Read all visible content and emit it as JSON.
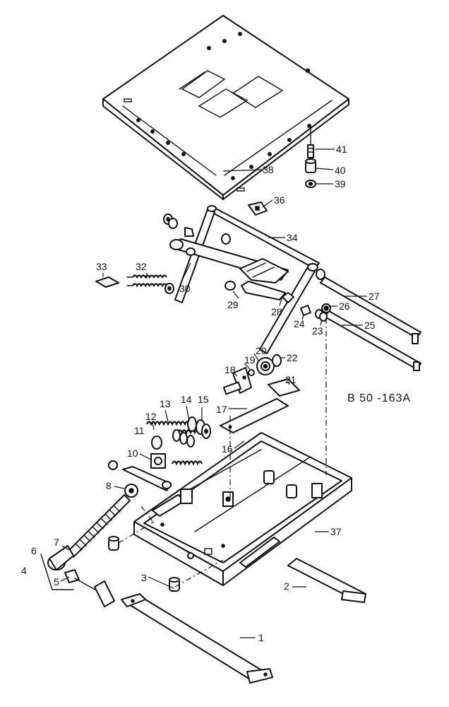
{
  "drawing_reference": "B 50 -163A",
  "callouts": [
    "1",
    "2",
    "3",
    "4",
    "5",
    "6",
    "7",
    "8",
    "10",
    "11",
    "12",
    "13",
    "14",
    "15",
    "16",
    "17",
    "18",
    "19",
    "20",
    "21",
    "22",
    "23",
    "24",
    "25",
    "26",
    "27",
    "28",
    "29",
    "30",
    "32",
    "33",
    "34",
    "36",
    "37",
    "38",
    "39",
    "40",
    "41"
  ]
}
